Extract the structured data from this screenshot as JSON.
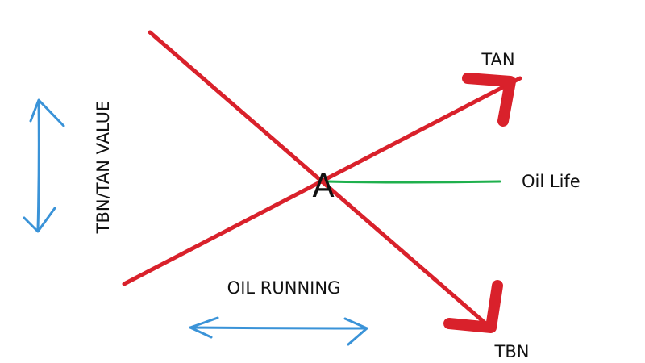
{
  "labels": {
    "y_axis": "TBN/TAN VALUE",
    "x_axis": "OIL RUNNING",
    "tan": "TAN",
    "tbn": "TBN",
    "intersection": "A",
    "oil_life": "Oil Life"
  },
  "colors": {
    "red_lines": "#d9212b",
    "green_line": "#1fb04d",
    "blue_arrows": "#3a93d8",
    "text": "#111111"
  }
}
